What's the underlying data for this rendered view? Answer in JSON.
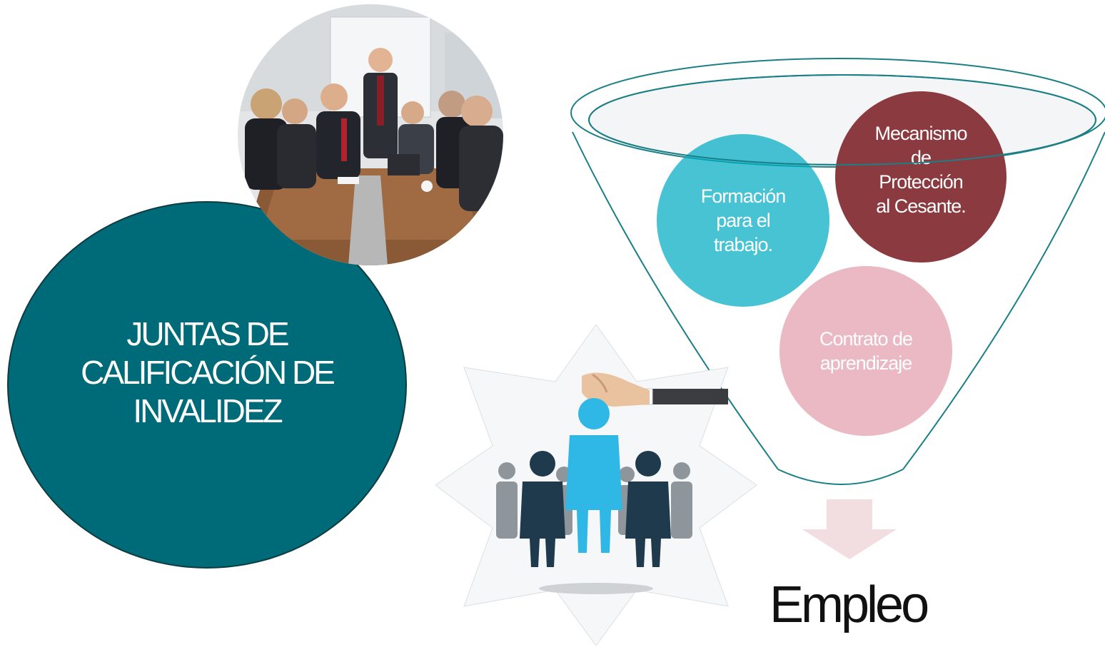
{
  "juntas": {
    "label": "JUNTAS DE\nCALIFICACIÓN DE\nINVALIDEZ"
  },
  "funnel": {
    "formacion": "Formación\npara el\ntrabajo.",
    "mecanismo": "Mecanismo\nde\nProtección\nal Cesante.",
    "contrato": "Contrato de\naprendizaje"
  },
  "result": {
    "label": "Empleo"
  },
  "colors": {
    "teal": "#006b78",
    "cyan": "#00acc4",
    "maroon": "#8b3a40",
    "pink": "#eab9c4",
    "arrow": "#f2dde1"
  },
  "images": {
    "meeting_photo": "meeting-photo",
    "people_icon": "people-selection-icon"
  }
}
